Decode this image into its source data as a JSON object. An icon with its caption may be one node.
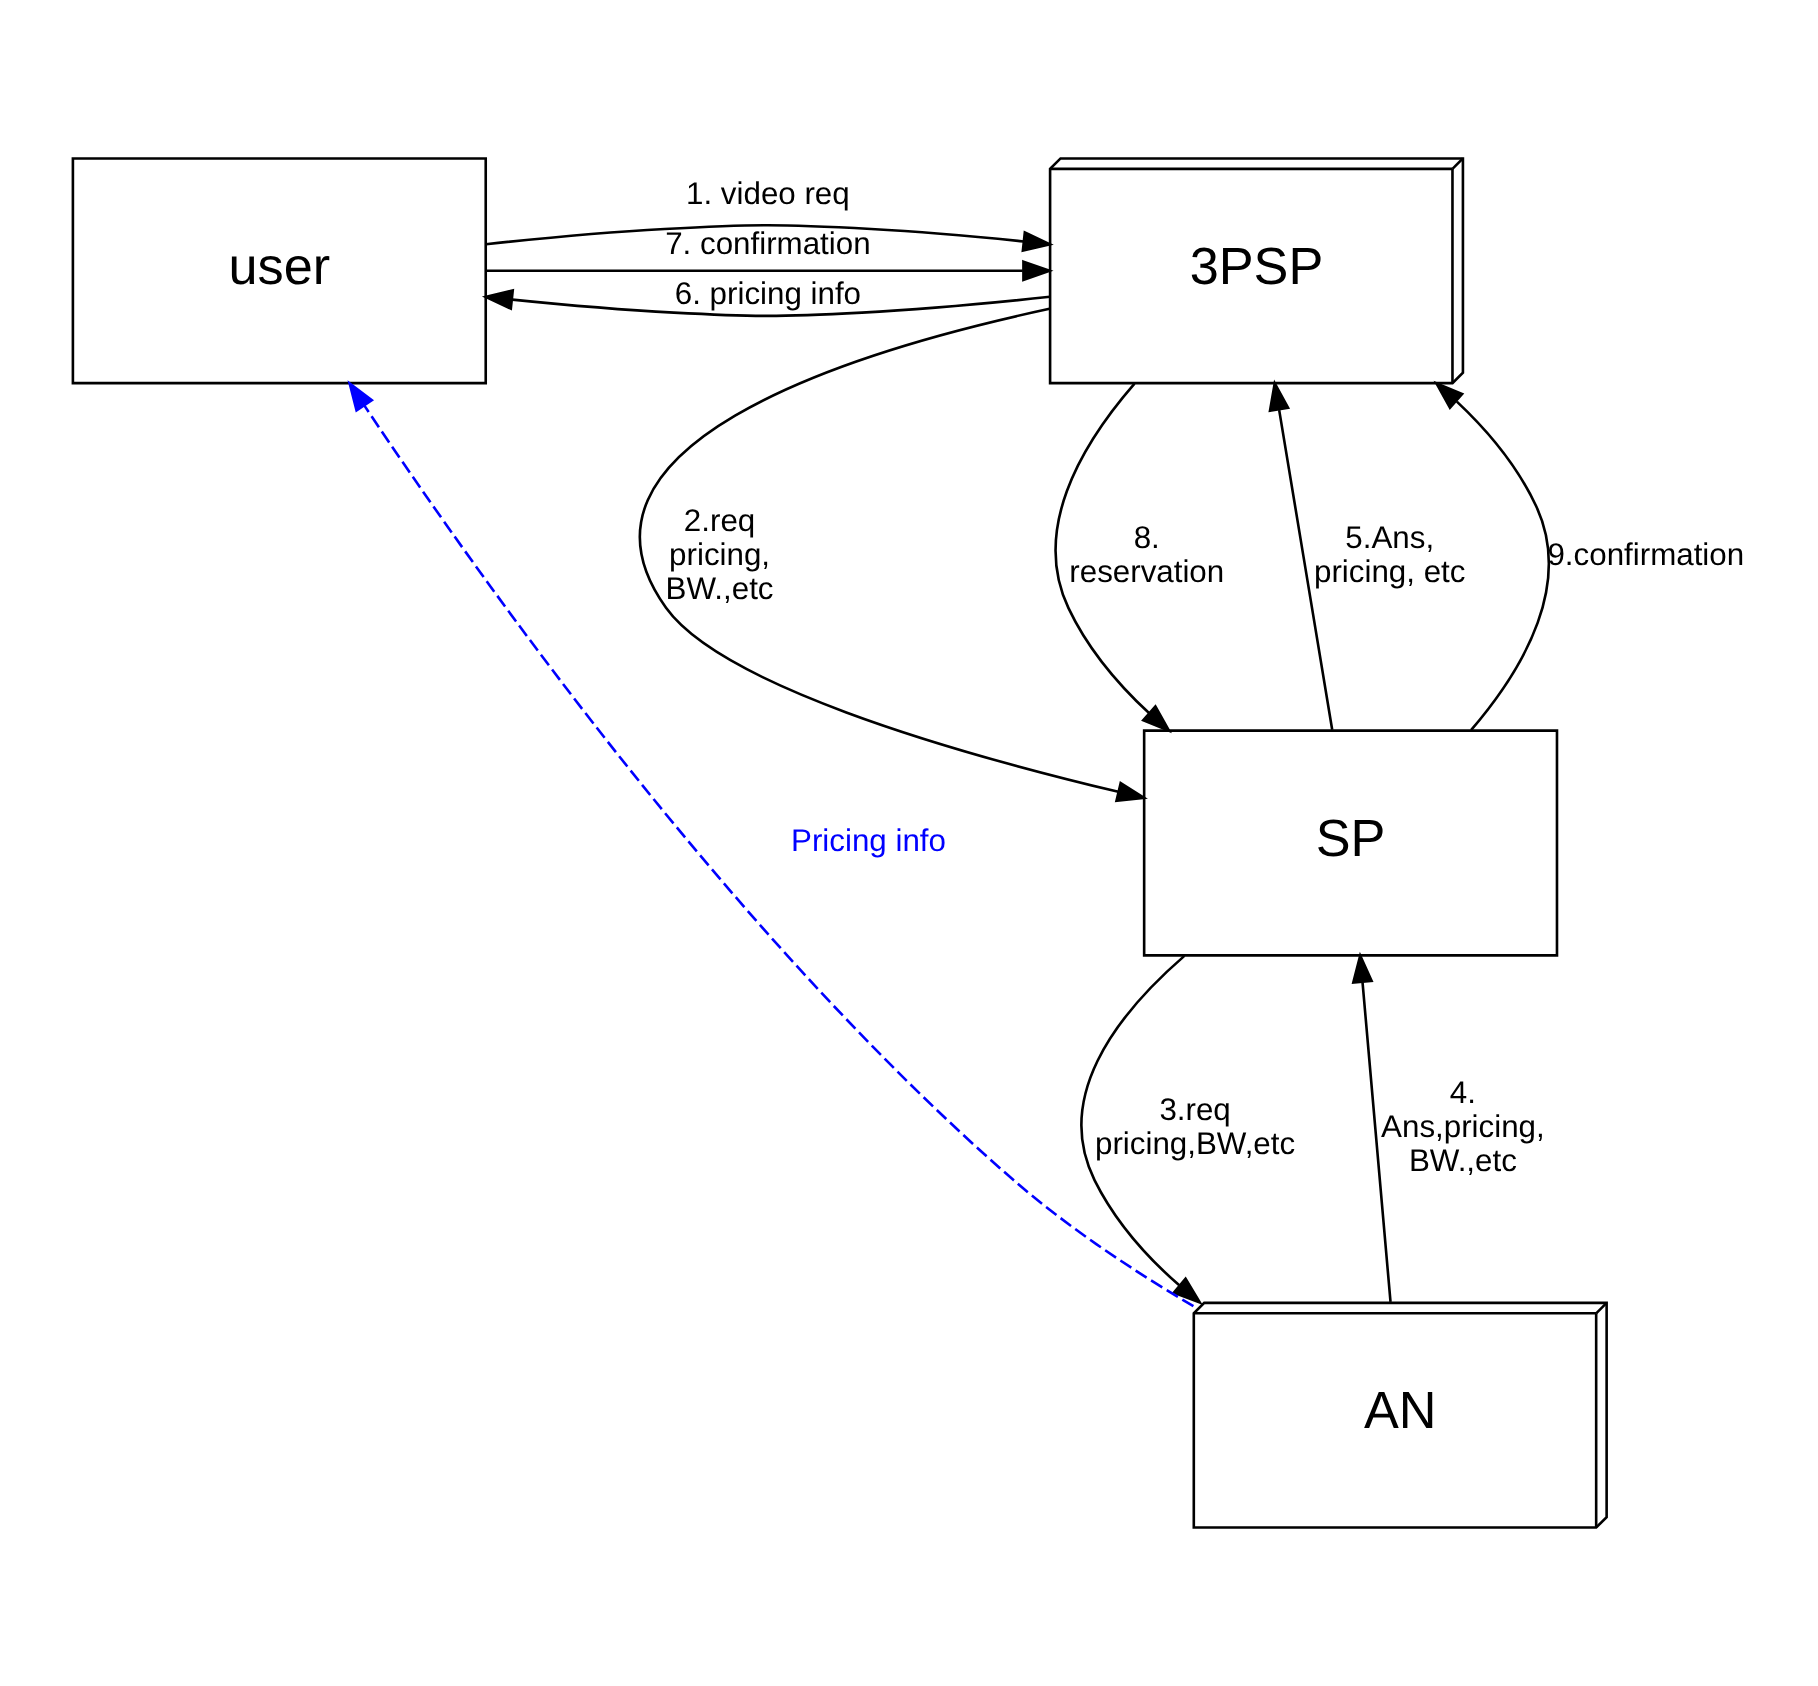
{
  "diagram": {
    "nodes": [
      {
        "text": [
          "user"
        ]
      },
      {
        "text": [
          "3PSP"
        ]
      },
      {
        "text": [
          "SP"
        ]
      },
      {
        "text": [
          "AN"
        ]
      }
    ],
    "edges": [
      {
        "from": 0,
        "to": 1,
        "arrow": "to",
        "label": "1. video req"
      },
      {
        "from": 1,
        "to": 0,
        "arrow": "to",
        "label": "6. pricing info"
      },
      {
        "from": 0,
        "to": 1,
        "arrow": "to",
        "label": "7. confirmation"
      },
      {
        "from": 1,
        "to": 2,
        "arrow": "to",
        "label": "2.req pricing, BW.,etc"
      },
      {
        "from": 2,
        "to": 1,
        "arrow": "to",
        "label": "5.Ans, pricing, etc"
      },
      {
        "from": 1,
        "to": 2,
        "arrow": "to",
        "label": "8. reservation"
      },
      {
        "from": 2,
        "to": 1,
        "arrow": "to",
        "label": "9.confirmation"
      },
      {
        "from": 2,
        "to": 3,
        "arrow": "to",
        "label": "3.req pricing,BW,etc"
      },
      {
        "from": 3,
        "to": 2,
        "arrow": "to",
        "label": "4. Ans,pricing, BW.,etc"
      },
      {
        "from": 3,
        "to": 0,
        "arrow": "to",
        "label": "Pricing info",
        "style": "dashed",
        "color": "#0000ff"
      }
    ]
  }
}
